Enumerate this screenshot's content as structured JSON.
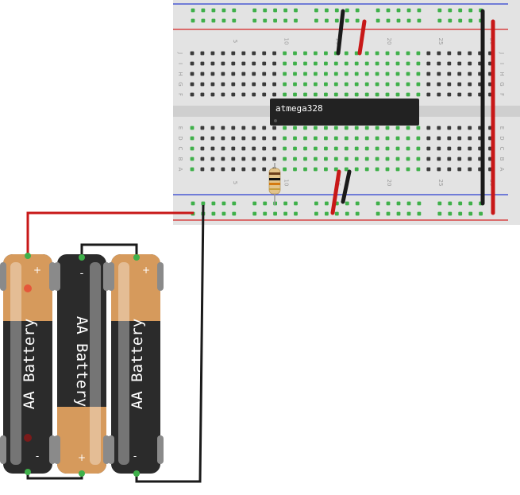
{
  "breadboard": {
    "columns": 30,
    "row_letters_top": [
      "J",
      "I",
      "H",
      "G",
      "F"
    ],
    "row_letters_bottom": [
      "E",
      "D",
      "C",
      "B",
      "A"
    ],
    "column_numbers": [
      "5",
      "10",
      "15",
      "20",
      "25",
      "30"
    ]
  },
  "chip": {
    "label": "atmega328"
  },
  "batteries": [
    {
      "label": "AA Battery",
      "plus": "+",
      "minus": "-"
    },
    {
      "label": "AA Battery",
      "plus": "+",
      "minus": "-"
    },
    {
      "label": "AA Battery",
      "plus": "+",
      "minus": "-"
    }
  ],
  "colors": {
    "board": "#e3e3e3",
    "hole": "#3a3a3a",
    "connected_hole": "#3fb04a",
    "rail_red": "#d42424",
    "rail_blue": "#2b3fd0",
    "wire_red": "#c81818",
    "wire_black": "#1a1a1a",
    "chip": "#222222",
    "battery_copper": "#d69a5c",
    "battery_black": "#2b2b2b",
    "battery_grey": "#8a8a8a"
  }
}
